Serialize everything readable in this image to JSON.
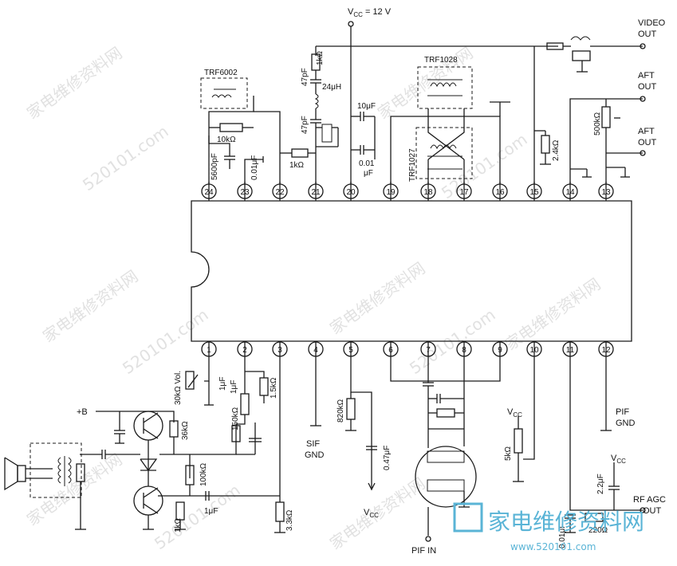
{
  "supply": {
    "vcc_top": "V",
    "vcc_top_sub": "CC",
    "vcc_top_value": " = 12 V"
  },
  "outputs": {
    "video_out": [
      "VIDEO",
      "OUT"
    ],
    "aft_out_1": [
      "AFT",
      "OUT"
    ],
    "aft_out_2": [
      "AFT",
      "OUT"
    ],
    "rf_agc_out": [
      "RF AGC",
      "OUT"
    ],
    "pif_in": "PIF  IN"
  },
  "transformers": {
    "t1": "TRF6002",
    "t2": "TRF1028",
    "t3": "TRF1027"
  },
  "top_pins": [
    "24",
    "23",
    "22",
    "21",
    "20",
    "19",
    "18",
    "17",
    "16",
    "15",
    "14",
    "13"
  ],
  "bottom_pins": [
    "1",
    "2",
    "3",
    "4",
    "5",
    "6",
    "7",
    "8",
    "9",
    "10",
    "11",
    "12"
  ],
  "components": {
    "r_1k_top": "1kΩ",
    "c_47pf_a": "47pF",
    "c_47pf_b": "47pF",
    "l_24uh": "24μH",
    "c_10uf": "10μF",
    "c_001_top": "0.01",
    "c_001_top_b": "μF",
    "r_10k": "10kΩ",
    "c_5600pf": "5600pF",
    "c_001uf_23": "0.01μF",
    "r_1k_22": "1kΩ",
    "r_24k": "2.4kΩ",
    "r_500k": "500kΩ",
    "vol": "30kΩ Vol.",
    "c_1uf_2": "1μF",
    "c_1uf_2b": "1μF",
    "r_150k": "150kΩ",
    "r_15k": "1.5kΩ",
    "r_36k": "36kΩ",
    "r_100k": "100kΩ",
    "r_1k_low": "1kΩ",
    "c_1uf_low": "1μF",
    "r_33k": "3.3kΩ",
    "r_820k": "820kΩ",
    "c_047uf": "0.47μF",
    "r_5k": "5kΩ",
    "c_001uf_11": "0.01μF",
    "c_22uf": "2.2μF",
    "r_220": "220Ω",
    "plus_b": "+B"
  },
  "labels": {
    "sif_gnd": [
      "SIF",
      "GND"
    ],
    "pif_gnd": [
      "PIF",
      "GND"
    ],
    "vcc_4": "V",
    "vcc_4_sub": "CC",
    "vcc_10": "V",
    "vcc_10_sub": "CC",
    "vcc_12": "V",
    "vcc_12_sub": "CC"
  },
  "watermark": {
    "cn": "家电维修资料网",
    "site": "520101.com",
    "logo_cn": "家电维修资料网",
    "logo_url": "www.520101.com"
  }
}
